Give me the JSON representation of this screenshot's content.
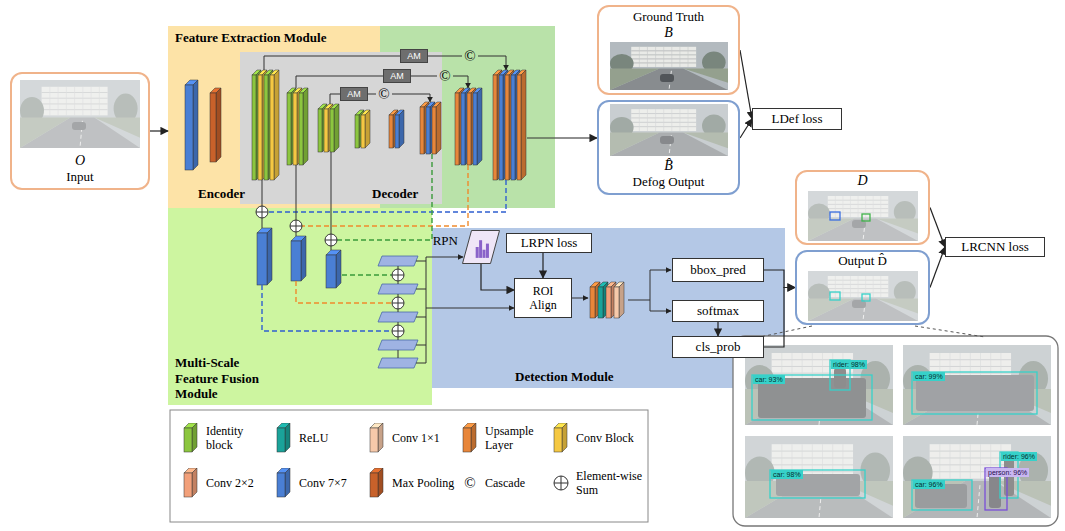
{
  "diagram": {
    "nodes": [
      {
        "text": [
          "O",
          "Input"
        ]
      },
      {
        "text": [
          "Feature Extraction Module"
        ]
      },
      {
        "text": [
          "AM"
        ],
        "in": 1
      },
      {
        "text": [
          "AM"
        ],
        "in": 1
      },
      {
        "text": [
          "AM"
        ],
        "in": 1
      },
      {
        "text": [
          "Ground Truth",
          "B"
        ]
      },
      {
        "text": [
          "B̂",
          "Defog Output"
        ]
      },
      {
        "text": [
          "LDef loss"
        ]
      },
      {
        "text": [
          "Multi-Scale Feature Fusion Module"
        ]
      },
      {
        "text": [
          "Detection Module"
        ]
      },
      {
        "text": [
          "RPN"
        ],
        "in": 9
      },
      {
        "text": [
          "LRPN loss"
        ],
        "in": 9
      },
      {
        "text": [
          "ROI Align"
        ],
        "in": 9
      },
      {
        "text": [
          "bbox_pred"
        ],
        "in": 9
      },
      {
        "text": [
          "softmax"
        ],
        "in": 9
      },
      {
        "text": [
          "cls_prob"
        ],
        "in": 9
      },
      {
        "text": [
          "D"
        ]
      },
      {
        "text": [
          "Output D̂"
        ]
      },
      {
        "text": [
          "LRCNN loss"
        ]
      }
    ],
    "edges": [
      {
        "from": 0,
        "to": 1,
        "arrow": "to"
      },
      {
        "from": 1,
        "to": 6,
        "arrow": "to"
      },
      {
        "from": 5,
        "to": 7,
        "arrow": "to"
      },
      {
        "from": 6,
        "to": 7,
        "arrow": "to"
      },
      {
        "from": 10,
        "to": 12,
        "arrow": "to"
      },
      {
        "from": 11,
        "to": 12,
        "arrow": "to"
      },
      {
        "from": 14,
        "to": 15,
        "arrow": "to"
      },
      {
        "from": 13,
        "to": 17,
        "arrow": "to"
      },
      {
        "from": 15,
        "to": 17,
        "arrow": "to"
      },
      {
        "from": 16,
        "to": 18,
        "arrow": "to"
      },
      {
        "from": 17,
        "to": 18,
        "arrow": "to"
      }
    ],
    "labels": [
      "Encoder",
      "Decoder",
      "©",
      "©",
      "©",
      "©",
      "car: 93%",
      "rider: 98%",
      "car: 99%",
      "car: 98%",
      "car: 96%",
      "rider: 96%",
      "person: 96%"
    ],
    "legend": [
      {
        "text": "Identity block",
        "color": "#8cc63f"
      },
      {
        "text": "ReLU",
        "color": "#1aa39a"
      },
      {
        "text": "Conv 1×1",
        "color": "#f6c9aa"
      },
      {
        "text": "Upsample Layer",
        "color": "#e8863a"
      },
      {
        "text": "Conv Block",
        "color": "#f5c842"
      },
      {
        "text": "Conv 2×2",
        "color": "#f2a07a"
      },
      {
        "text": "Conv 7×7",
        "color": "#4a7fd4"
      },
      {
        "text": "Max Pooling",
        "color": "#c8612a"
      },
      {
        "text": "Cascade"
      },
      {
        "text": "Element-wise Sum"
      }
    ]
  }
}
